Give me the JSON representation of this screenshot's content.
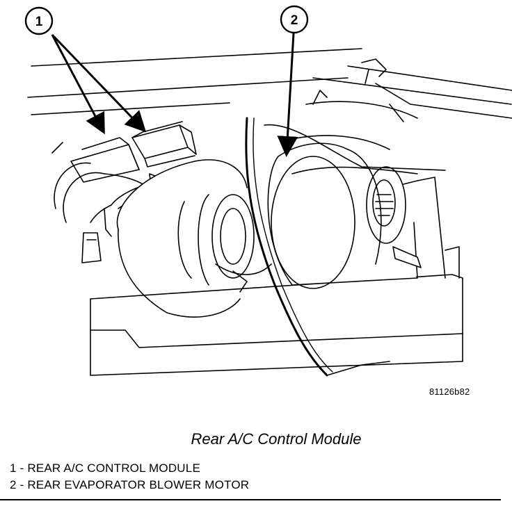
{
  "callouts": [
    {
      "number": "1"
    },
    {
      "number": "2"
    }
  ],
  "figure_id": "81126b82",
  "caption": "Rear A/C Control Module",
  "legend": [
    {
      "text": "1 - REAR A/C CONTROL MODULE"
    },
    {
      "text": "2 - REAR EVAPORATOR BLOWER MOTOR"
    }
  ]
}
